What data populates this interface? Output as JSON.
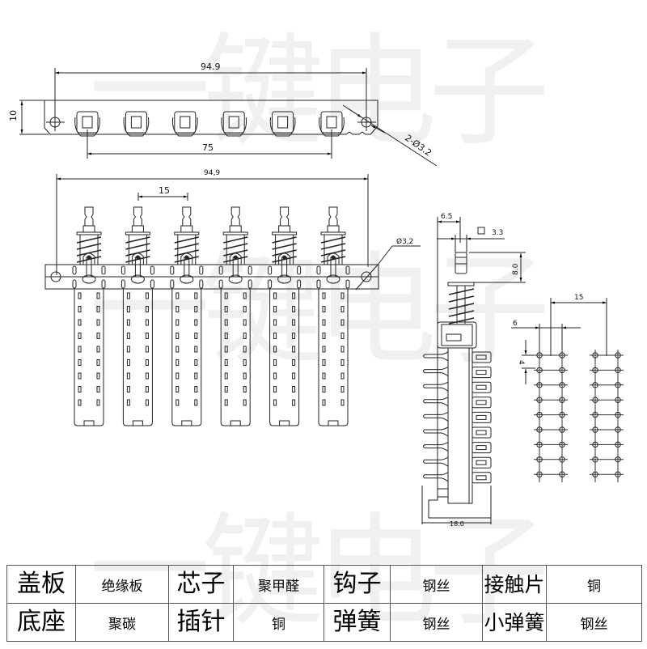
{
  "watermark": {
    "text": "一键电子"
  },
  "top_view": {
    "overall_length": "94.9",
    "height": "10",
    "pitch_total": "75",
    "holes": "2-Ø3.2",
    "units": 6
  },
  "front_view": {
    "overall_length": "94,9",
    "pitch": "15",
    "hole": "Ø3,2",
    "units": 6,
    "pin_rows_per_leg": 9
  },
  "side_view": {
    "width_a": "6.5",
    "square_label": "3.3",
    "stroke": "8.0",
    "depth": "18.0",
    "pins": 9
  },
  "pcb_layout": {
    "row_spacing": "6",
    "group_pitch": "15",
    "pin_pitch": "4",
    "rows": 9,
    "groups": 2
  },
  "materials_table": {
    "rows": [
      [
        {
          "label": "盖板",
          "value": "绝缘板"
        },
        {
          "label": "芯子",
          "value": "聚甲醛"
        },
        {
          "label": "钩子",
          "value": "钢丝"
        },
        {
          "label": "接触片",
          "value": "铜"
        }
      ],
      [
        {
          "label": "底座",
          "value": "聚碳"
        },
        {
          "label": "插针",
          "value": "铜"
        },
        {
          "label": "弹簧",
          "value": "钢丝"
        },
        {
          "label": "小弹簧",
          "value": "钢丝"
        }
      ]
    ]
  }
}
